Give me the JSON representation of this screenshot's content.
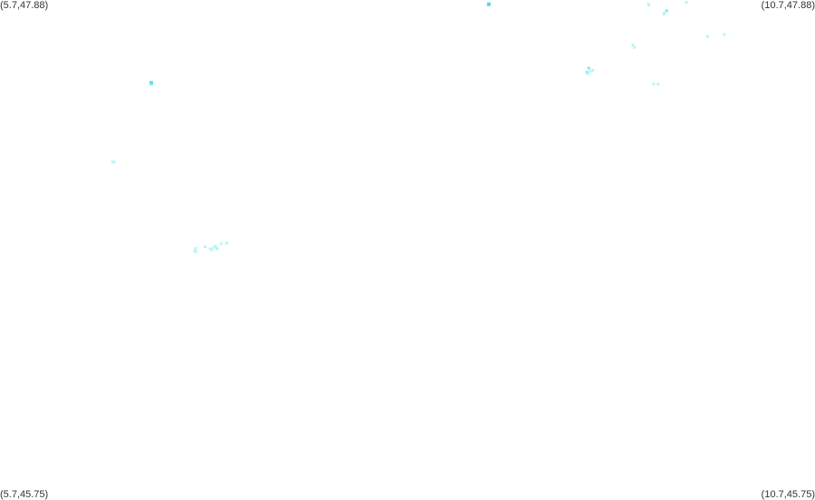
{
  "corners": {
    "top_left": "(5.7,47.88)",
    "top_right": "(10.7,47.88)",
    "bottom_left": "(5.7,45.75)",
    "bottom_right": "(10.7,45.75)"
  },
  "bounds": {
    "lon_min": 5.7,
    "lon_max": 10.7,
    "lat_min": 45.75,
    "lat_max": 47.88
  },
  "colors": {
    "point_light": "#b8f4f8",
    "point": "#7fe8f0",
    "point_strong": "#55d4e6",
    "background": "#ffffff"
  },
  "points": [
    {
      "lon": 8.699,
      "lat": 47.862,
      "level": "strong"
    },
    {
      "lon": 9.681,
      "lat": 47.858,
      "level": "light"
    },
    {
      "lon": 9.68,
      "lat": 47.862,
      "level": "light"
    },
    {
      "lon": 9.911,
      "lat": 47.87,
      "level": "light"
    },
    {
      "lon": 9.79,
      "lat": 47.834,
      "level": "normal"
    },
    {
      "lon": 9.777,
      "lat": 47.826,
      "level": "light"
    },
    {
      "lon": 9.773,
      "lat": 47.82,
      "level": "light"
    },
    {
      "lon": 10.144,
      "lat": 47.733,
      "level": "light"
    },
    {
      "lon": 10.04,
      "lat": 47.725,
      "level": "light"
    },
    {
      "lon": 9.582,
      "lat": 47.688,
      "level": "light"
    },
    {
      "lon": 9.592,
      "lat": 47.678,
      "level": "light"
    },
    {
      "lon": 9.313,
      "lat": 47.59,
      "level": "normal"
    },
    {
      "lon": 9.336,
      "lat": 47.58,
      "level": "light"
    },
    {
      "lon": 9.32,
      "lat": 47.575,
      "level": "light"
    },
    {
      "lon": 9.3,
      "lat": 47.572,
      "level": "normal"
    },
    {
      "lon": 9.307,
      "lat": 47.566,
      "level": "light"
    },
    {
      "lon": 6.628,
      "lat": 47.527,
      "level": "strong"
    },
    {
      "lon": 6.628,
      "lat": 47.522,
      "level": "normal"
    },
    {
      "lon": 9.738,
      "lat": 47.521,
      "level": "light"
    },
    {
      "lon": 9.71,
      "lat": 47.521,
      "level": "light"
    },
    {
      "lon": 6.39,
      "lat": 47.19,
      "level": "light"
    },
    {
      "lon": 6.4,
      "lat": 47.19,
      "level": "light"
    },
    {
      "lon": 7.09,
      "lat": 46.844,
      "level": "light"
    },
    {
      "lon": 7.058,
      "lat": 46.842,
      "level": "light"
    },
    {
      "lon": 7.023,
      "lat": 46.832,
      "level": "light"
    },
    {
      "lon": 6.958,
      "lat": 46.828,
      "level": "light"
    },
    {
      "lon": 7.013,
      "lat": 46.826,
      "level": "light"
    },
    {
      "lon": 6.9,
      "lat": 46.822,
      "level": "light"
    },
    {
      "lon": 6.99,
      "lat": 46.82,
      "level": "light"
    },
    {
      "lon": 6.895,
      "lat": 46.81,
      "level": "light"
    },
    {
      "lon": 6.902,
      "lat": 46.808,
      "level": "light"
    },
    {
      "lon": 7.0,
      "lat": 46.816,
      "level": "light"
    },
    {
      "lon": 7.032,
      "lat": 46.82,
      "level": "light"
    }
  ]
}
